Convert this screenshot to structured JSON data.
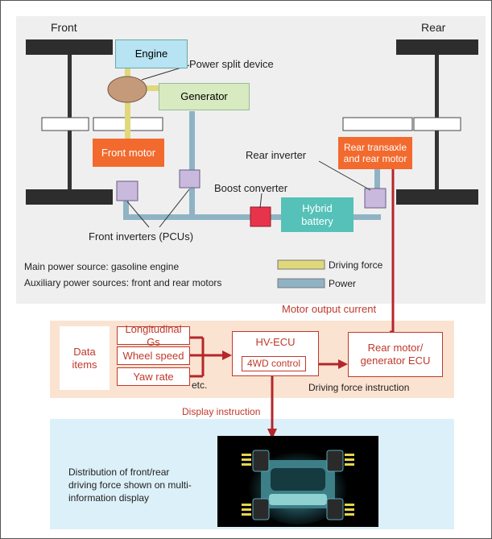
{
  "labels": {
    "front": "Front",
    "rear": "Rear",
    "engine": "Engine",
    "power_split": "Power split device",
    "generator": "Generator",
    "front_motor": "Front motor",
    "rear_inverter": "Rear inverter",
    "rear_transaxle": "Rear transaxle and rear motor",
    "boost_converter": "Boost converter",
    "hybrid_battery": "Hybrid battery",
    "front_inverters": "Front inverters (PCUs)",
    "main_power": "Main power source: gasoline engine",
    "aux_power": "Auxiliary power sources: front and rear motors",
    "motor_output_current": "Motor output current",
    "data_items": "Data items",
    "longitudinal_gs": "Longitudinal Gs",
    "wheel_speed": "Wheel speed",
    "yaw_rate": "Yaw rate",
    "etc": "etc.",
    "hv_ecu": "HV-ECU",
    "fourwd_control": "4WD control",
    "rear_motor_ecu": "Rear motor/ generator ECU",
    "driving_force_instruction": "Driving force instruction",
    "display_instruction": "Display instruction",
    "distribution_text": "Distribution of front/rear driving force shown on multi-information display"
  },
  "legend": [
    {
      "label": "Driving force",
      "color": "#e0d87a"
    },
    {
      "label": "Power",
      "color": "#8fb3c4"
    }
  ],
  "colors": {
    "motor": "#f26a2e",
    "engine": "#b7e3f2",
    "generator": "#d8eac0",
    "battery": "#55c1b8",
    "boost": "#e8344a",
    "inverter": "#c9b9dc",
    "ecu_border": "#c0392b"
  }
}
